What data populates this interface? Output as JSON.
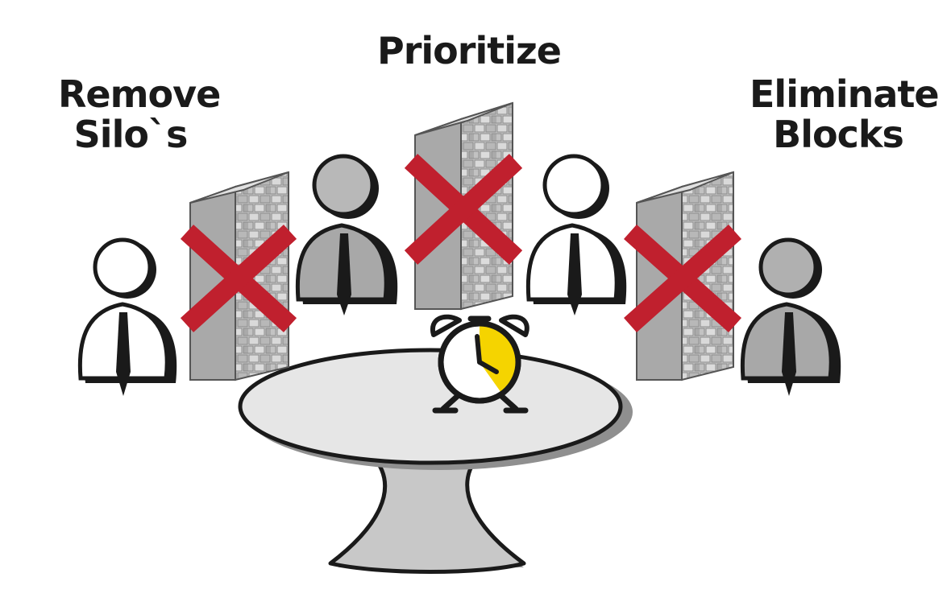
{
  "labels": {
    "prioritize": "Prioritize",
    "remove_line1": "Remove",
    "remove_line2": "Silo`s",
    "eliminate_line1": "Eliminate",
    "eliminate_line2": "Blocks"
  },
  "colors": {
    "cross": "#c0202e",
    "clock_accent": "#f5d400",
    "wall": "#bdbdbd",
    "person_dark": "#a8a8a8",
    "table": "#e6e6e6",
    "ink": "#1a1a1a"
  },
  "icons": {
    "walls": "brick-wall-icon",
    "crosses": "cross-mark-icon",
    "people": "person-with-tie-icon",
    "clock": "alarm-clock-icon",
    "table": "round-table-icon"
  }
}
